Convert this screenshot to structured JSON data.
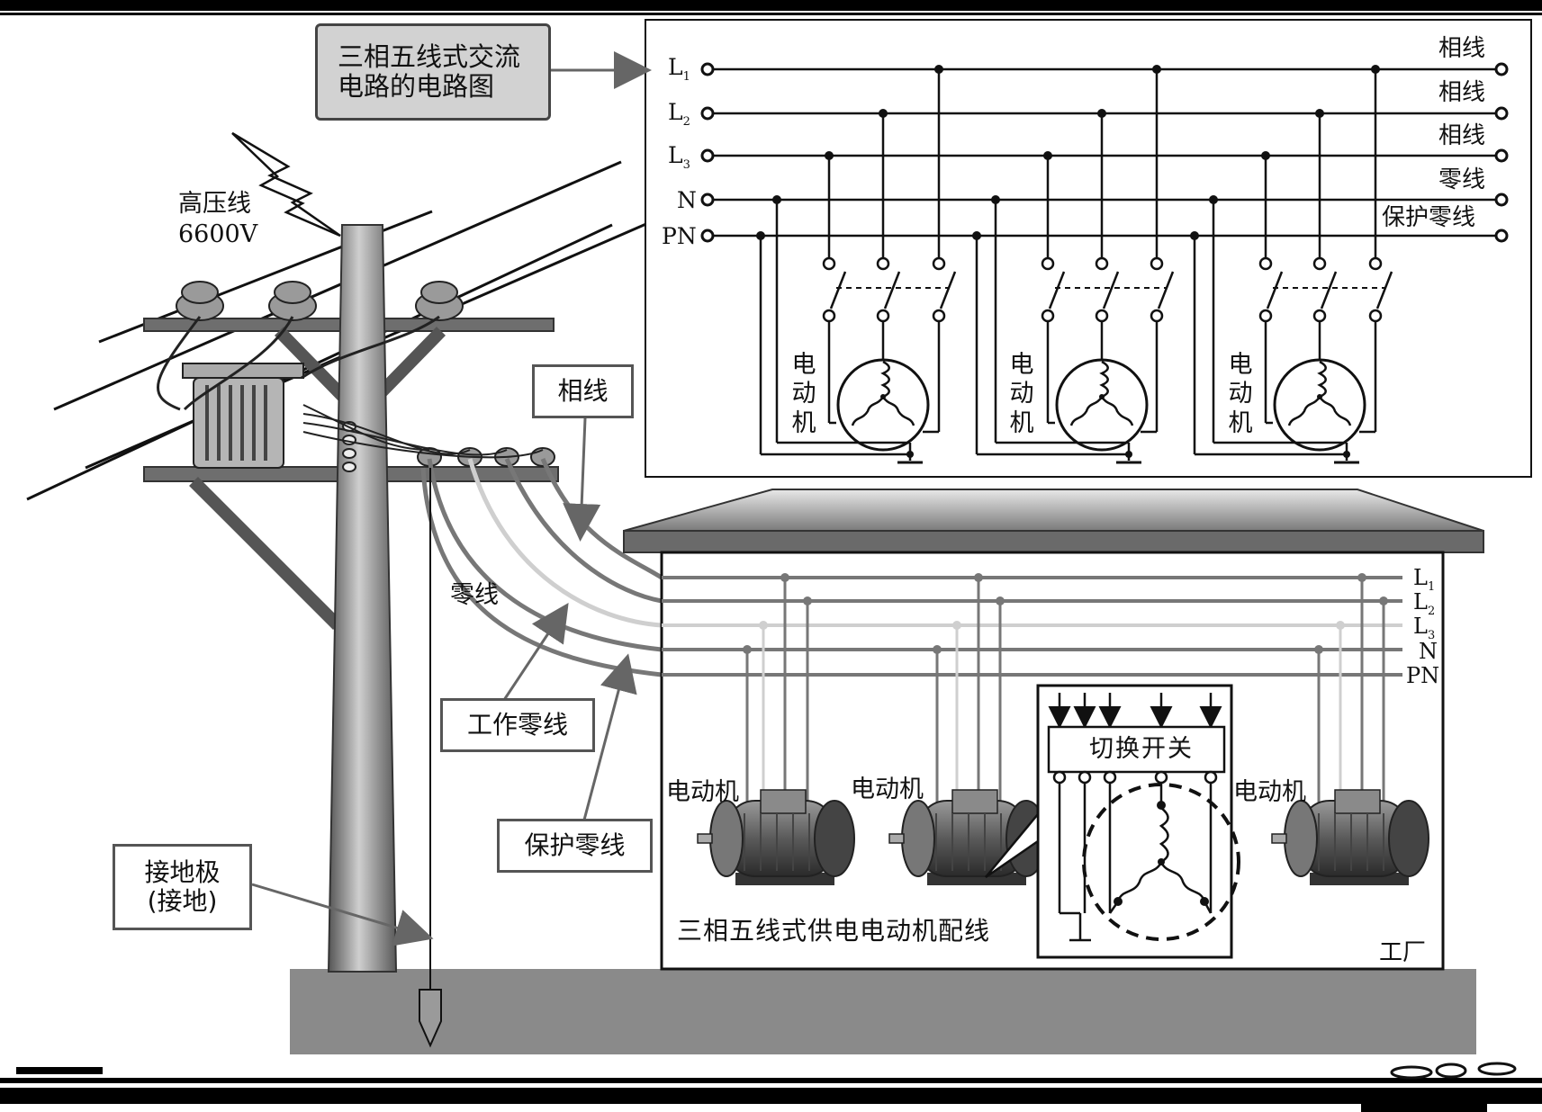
{
  "callouts": {
    "circuit_title_line1": "三相五线式交流",
    "circuit_title_line2": "电路的电路图",
    "high_voltage_line1": "高压线",
    "high_voltage_line2": "6600V",
    "phase_wire": "相线",
    "neutral_wire": "零线",
    "working_neutral": "工作零线",
    "protective_neutral": "保护零线",
    "ground_electrode_line1": "接地极",
    "ground_electrode_line2": "(接地)",
    "wiring_caption": "三相五线式供电电动机配线",
    "factory": "工厂",
    "switch_label": "切换开关"
  },
  "schematic": {
    "lines": [
      {
        "id": "L1",
        "letter": "L",
        "sub": "1",
        "name": "相线"
      },
      {
        "id": "L2",
        "letter": "L",
        "sub": "2",
        "name": "相线"
      },
      {
        "id": "L3",
        "letter": "L",
        "sub": "3",
        "name": "相线"
      },
      {
        "id": "N",
        "letter": "N",
        "sub": "",
        "name": "零线"
      },
      {
        "id": "PN",
        "letter": "PN",
        "sub": "",
        "name": "保护零线"
      }
    ],
    "motor_label": [
      "电",
      "动",
      "机"
    ]
  },
  "factory_lines": [
    {
      "letter": "L",
      "sub": "1"
    },
    {
      "letter": "L",
      "sub": "2"
    },
    {
      "letter": "L",
      "sub": "3"
    },
    {
      "letter": "N",
      "sub": ""
    },
    {
      "letter": "PN",
      "sub": ""
    }
  ],
  "motor_labels": [
    "电动机",
    "电动机",
    "电动机"
  ],
  "colors": {
    "line_dark": "#111111",
    "wire_gray": "#777777",
    "wire_light": "#bbbbbb",
    "ground": "#8a8a8a",
    "pole": "#8c8c8c"
  }
}
